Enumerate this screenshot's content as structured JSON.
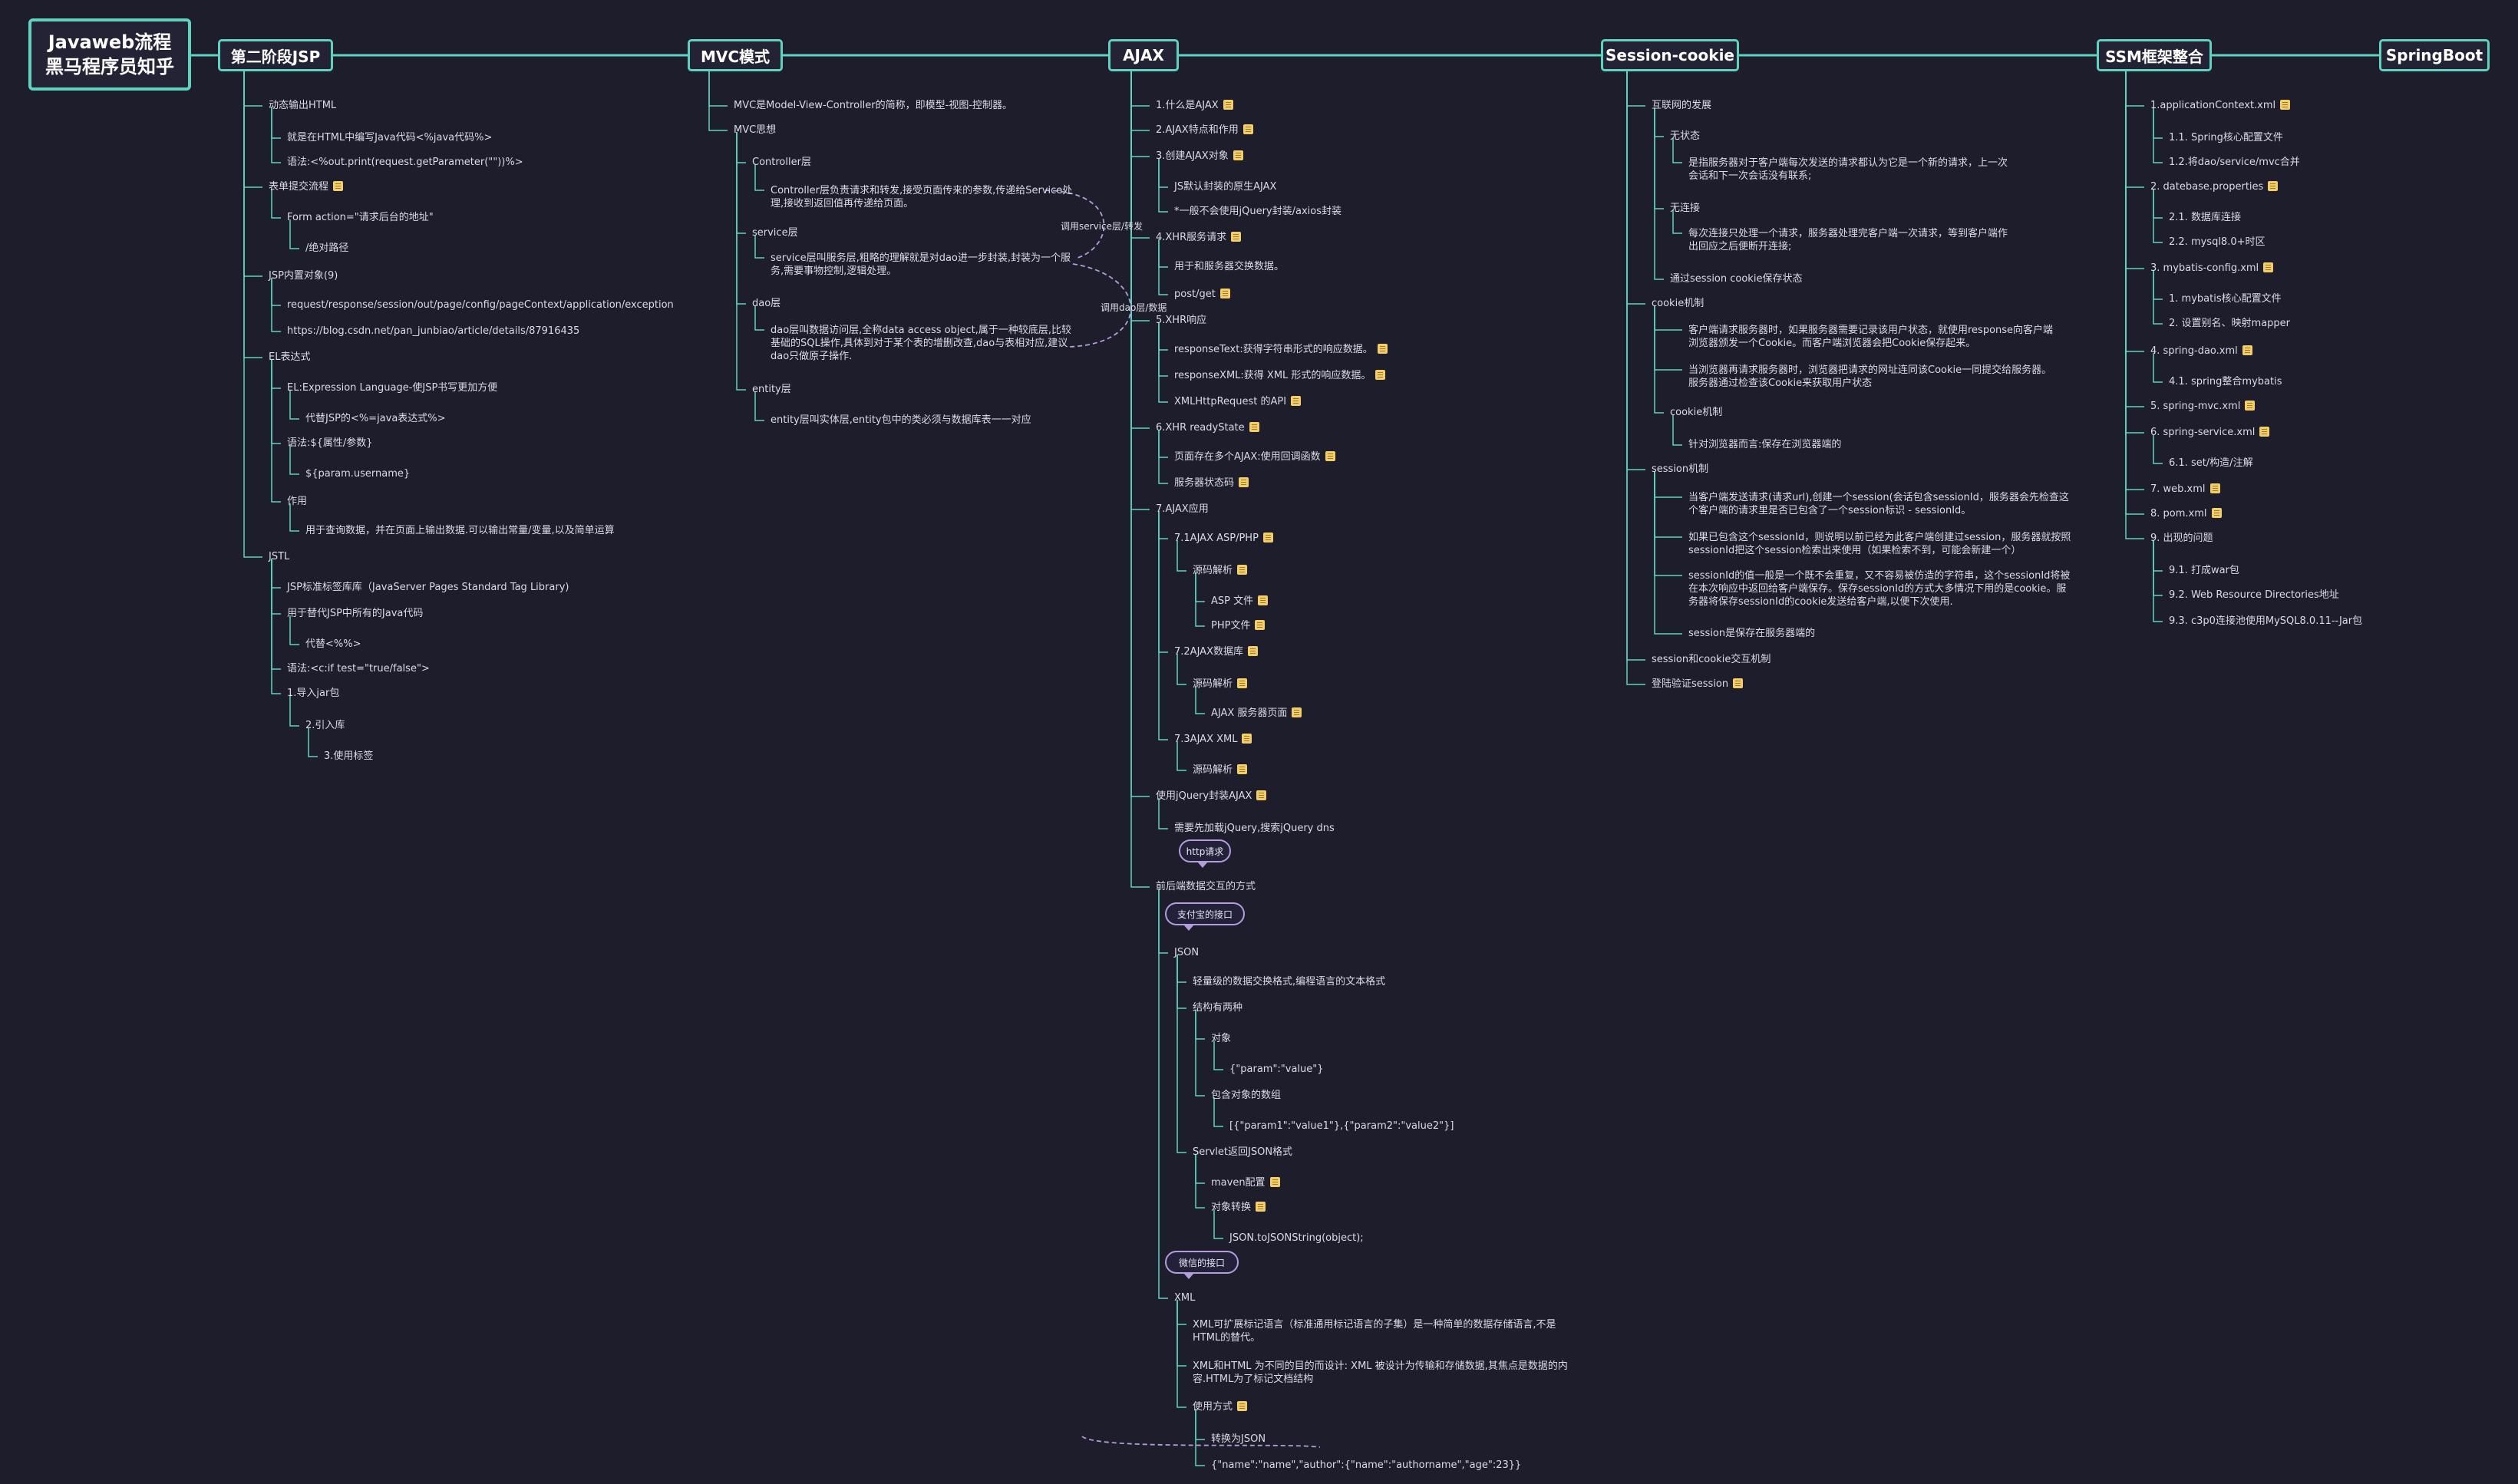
{
  "root": {
    "line1": "Javaweb流程",
    "line2": "黑马程序员知乎"
  },
  "branches": {
    "jsp": {
      "title": "第二阶段JSP",
      "items": [
        "动态输出HTML",
        "就是在HTML中编写Java代码<%java代码%>",
        "语法:<%out.print(request.getParameter(\"\"))%>",
        "表单提交流程",
        "Form action=\"请求后台的地址\"",
        "/绝对路径",
        "JSP内置对象(9)",
        "request/response/session/out/page/config/pageContext/application/exception",
        "https://blog.csdn.net/pan_junbiao/article/details/87916435",
        "EL表达式",
        "EL:Expression Language-使JSP书写更加方便",
        "代替JSP的<%=java表达式%>",
        "语法:${属性/参数}",
        "${param.username}",
        "作用",
        "用于查询数据，并在页面上输出数据.可以输出常量/变量,以及简单运算",
        "JSTL",
        "JSP标准标签库库（JavaServer Pages Standard Tag Library)",
        "用于替代JSP中所有的Java代码",
        "代替<%%>",
        "语法:<c:if test=\"true/false\">",
        "1.导入jar包",
        "2.引入库",
        "3.使用标签"
      ]
    },
    "mvc": {
      "title": "MVC模式",
      "items": [
        "MVC是Model-View-Controller的简称，即模型-视图-控制器。",
        "MVC思想",
        "Controller层",
        "Controller层负责请求和转发,接受页面传来的参数,传递给Service处理,接收到返回值再传递给页面。",
        "service层",
        "service层叫服务层,粗略的理解就是对dao进一步封装,封装为一个服务,需要事物控制,逻辑处理。",
        "dao层",
        "dao层叫数据访问层,全称data access object,属于一种较底层,比较基础的SQL操作,具体到对于某个表的增删改查,dao与表相对应,建议dao只做原子操作.",
        "entity层",
        "entity层叫实体层,entity包中的类必须与数据库表一一对应"
      ],
      "relations": [
        "调用service层/转发",
        "调用dao层/数据"
      ]
    },
    "ajax": {
      "title": "AJAX",
      "items": [
        "1.什么是AJAX",
        "2.AJAX特点和作用",
        "3.创建AJAX对象",
        "JS默认封装的原生AJAX",
        "*一般不会使用jQuery封装/axios封装",
        "4.XHR服务请求",
        "用于和服务器交换数据。",
        "post/get",
        "5.XHR响应",
        "responseText:获得字符串形式的响应数据。",
        "responseXML:获得 XML 形式的响应数据。",
        "XMLHttpRequest 的API",
        "6.XHR readyState",
        "页面存在多个AJAX:使用回调函数",
        "服务器状态码",
        "7.AJAX应用",
        "7.1AJAX ASP/PHP",
        "源码解析",
        "ASP 文件",
        "PHP文件",
        "7.2AJAX数据库",
        "源码解析",
        "AJAX 服务器页面",
        "7.3AJAX XML",
        "源码解析",
        "使用jQuery封装AJAX",
        "需要先加载jQuery,搜索jQuery dns",
        "前后端数据交互的方式",
        "JSON",
        "轻量级的数据交换格式,编程语言的文本格式",
        "结构有两种",
        "对象",
        "{\"param\":\"value\"}",
        "包含对象的数组",
        "[{\"param1\":\"value1\"},{\"param2\":\"value2\"}]",
        "Servlet返回JSON格式",
        "maven配置",
        "对象转换",
        "JSON.toJSONString(object);",
        "XML",
        "XML可扩展标记语言（标准通用标记语言的子集）是一种简单的数据存储语言,不是HTML的替代。",
        "XML和HTML 为不同的目的而设计: XML 被设计为传输和存储数据,其焦点是数据的内容.HTML为了标记文档结构",
        "使用方式",
        "转换为JSON",
        "{\"name\":\"name\",\"author\":{\"name\":\"authorname\",\"age\":23}}"
      ],
      "bubbles": [
        "http请求",
        "支付宝的接口",
        "微信的接口"
      ]
    },
    "session": {
      "title": "Session-cookie",
      "items": [
        "互联网的发展",
        "无状态",
        "是指服务器对于客户端每次发送的请求都认为它是一个新的请求，上一次会话和下一次会话没有联系;",
        "无连接",
        "每次连接只处理一个请求，服务器处理完客户端一次请求，等到客户端作出回应之后便断开连接;",
        "通过session cookie保存状态",
        "cookie机制",
        "客户端请求服务器时，如果服务器需要记录该用户状态，就使用response向客户端浏览器颁发一个Cookie。而客户端浏览器会把Cookie保存起来。",
        "当浏览器再请求服务器时，浏览器把请求的网址连同该Cookie一同提交给服务器。服务器通过检查该Cookie来获取用户状态",
        "cookie机制",
        "针对浏览器而言:保存在浏览器端的",
        "session机制",
        "当客户端发送请求(请求url),创建一个session(会话包含sessionId，服务器会先检查这个客户端的请求里是否已包含了一个session标识 - sessionId。",
        "如果已包含这个sessionId，则说明以前已经为此客户端创建过session，服务器就按照sessionId把这个session检索出来使用（如果检索不到，可能会新建一个）",
        "sessionId的值一般是一个既不会重复，又不容易被仿造的字符串，这个sessionId将被在本次响应中返回给客户端保存。保存sessionId的方式大多情况下用的是cookie。服务器将保存sessionId的cookie发送给客户端,以便下次使用.",
        "session是保存在服务器端的",
        "session和cookie交互机制",
        "登陆验证session"
      ]
    },
    "ssm": {
      "title": "SSM框架整合",
      "items": [
        "1.applicationContext.xml",
        "1.1. Spring核心配置文件",
        "1.2.将dao/service/mvc合并",
        "2. datebase.properties",
        "2.1. 数据库连接",
        "2.2. mysql8.0+时区",
        "3. mybatis-config.xml",
        "1. mybatis核心配置文件",
        "2. 设置别名、映射mapper",
        "4. spring-dao.xml",
        "4.1. spring整合mybatis",
        "5. spring-mvc.xml",
        "6. spring-service.xml",
        "6.1. set/构造/注解",
        "7. web.xml",
        "8. pom.xml",
        "9. 出现的问题",
        "9.1. 打成war包",
        "9.2. Web Resource Directories地址",
        "9.3. c3p0连接池使用MySQL8.0.11--Jar包"
      ]
    },
    "springboot": {
      "title": "SpringBoot"
    }
  },
  "colors": {
    "line": "#5fd3c0",
    "relation": "#b39ddb",
    "memo": "#f3cd6a",
    "background": "#1d1d2b"
  }
}
